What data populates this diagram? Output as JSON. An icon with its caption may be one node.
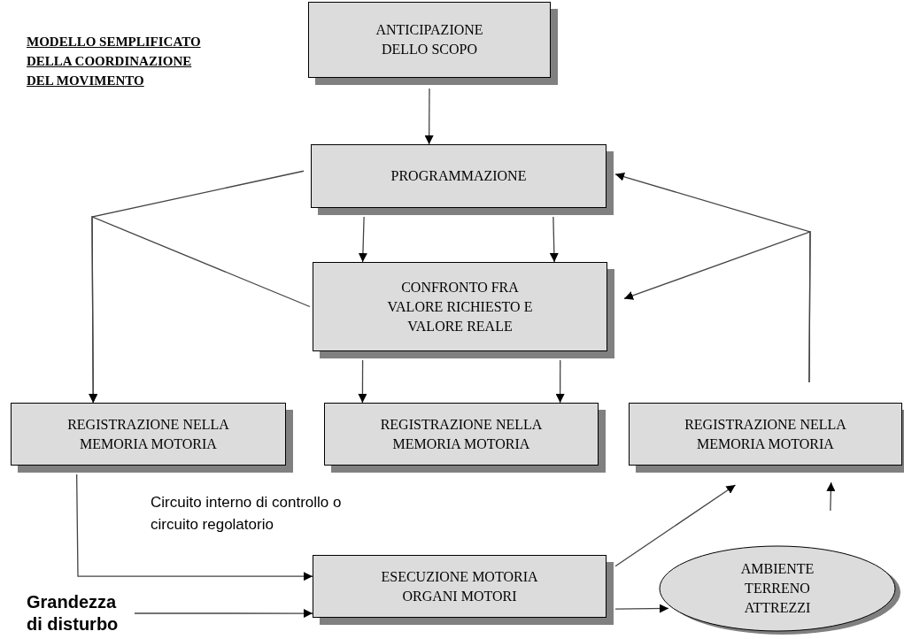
{
  "diagram": {
    "title": "MODELLO SEMPLIFICATO DELLA COORDINAZIONE DEL MOVIMENTO",
    "nodes": [
      {
        "text": [
          "ANTICIPAZIONE DELLO SCOPO"
        ]
      },
      {
        "text": [
          "PROGRAMMAZIONE"
        ]
      },
      {
        "text": [
          "CONFRONTO FRA VALORE RICHIESTO E VALORE REALE"
        ]
      },
      {
        "text": [
          "REGISTRAZIONE NELLA MEMORIA MOTORIA"
        ]
      },
      {
        "text": [
          "REGISTRAZIONE NELLA MEMORIA MOTORIA"
        ]
      },
      {
        "text": [
          "REGISTRAZIONE NELLA MEMORIA MOTORIA"
        ]
      },
      {
        "text": [
          "ESECUZIONE MOTORIA ORGANI MOTORI"
        ]
      },
      {
        "text": [
          "AMBIENTE TERRENO ATTREZZI"
        ]
      },
      {
        "text": [
          "Grandezza di disturbo"
        ]
      }
    ],
    "edges": [
      {
        "from": 0,
        "to": 1,
        "arrow": "to"
      },
      {
        "from": 1,
        "to": 2,
        "arrow": "to"
      },
      {
        "from": 1,
        "to": 2,
        "arrow": "to"
      },
      {
        "from": 1,
        "to": 3,
        "arrow": "to"
      },
      {
        "from": 2,
        "to": 3,
        "arrow": "to"
      },
      {
        "from": 2,
        "to": 4,
        "arrow": "to"
      },
      {
        "from": 2,
        "to": 4,
        "arrow": "to"
      },
      {
        "from": 5,
        "to": 1,
        "arrow": "to"
      },
      {
        "from": 5,
        "to": 2,
        "arrow": "to"
      },
      {
        "from": 3,
        "to": 6,
        "arrow": "to"
      },
      {
        "from": 8,
        "to": 6,
        "arrow": "to"
      },
      {
        "from": 6,
        "to": 5,
        "arrow": "to"
      },
      {
        "from": 6,
        "to": 7,
        "arrow": "to"
      },
      {
        "from": 7,
        "to": 5,
        "arrow": "to"
      }
    ],
    "labels": [
      "Circuito interno di controllo o circuito regolatorio"
    ]
  }
}
